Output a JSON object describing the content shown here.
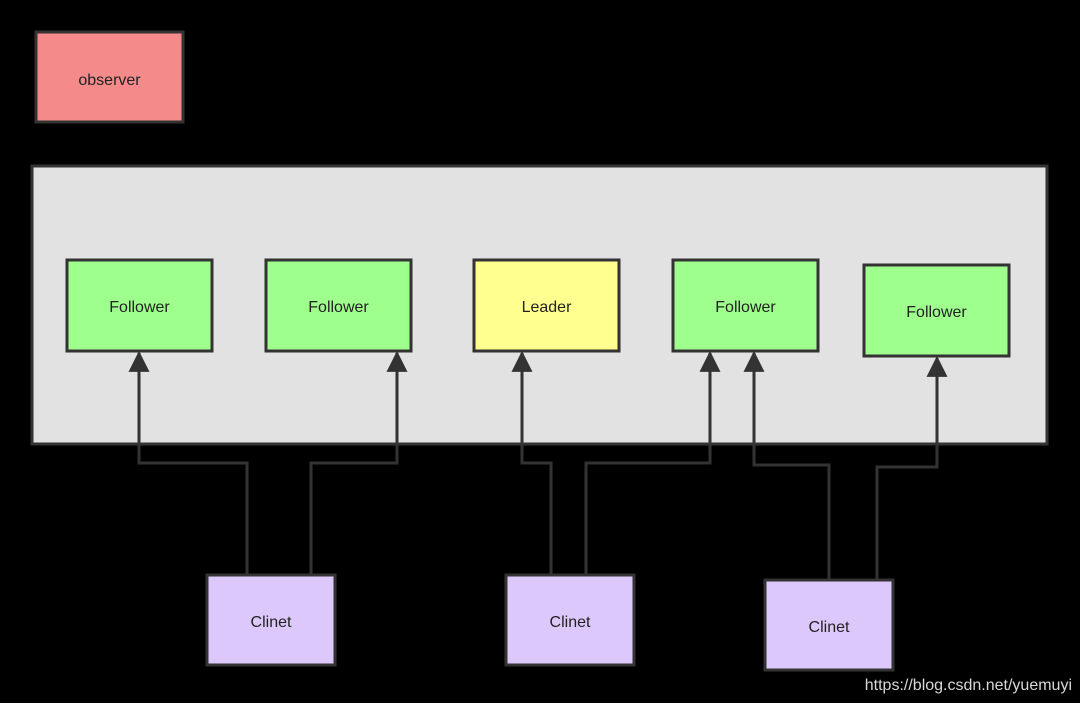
{
  "colors": {
    "background": "#000000",
    "container_fill": "#e2e2e2",
    "observer_fill": "#f48a8a",
    "follower_fill": "#9fff8c",
    "leader_fill": "#ffff8f",
    "client_fill": "#ddc8fb",
    "stroke": "#333333"
  },
  "observer": {
    "label": "observer"
  },
  "servers": [
    {
      "id": "s1",
      "label": "Follower",
      "role": "follower"
    },
    {
      "id": "s2",
      "label": "Follower",
      "role": "follower"
    },
    {
      "id": "s3",
      "label": "Leader",
      "role": "leader"
    },
    {
      "id": "s4",
      "label": "Follower",
      "role": "follower"
    },
    {
      "id": "s5",
      "label": "Follower",
      "role": "follower"
    }
  ],
  "clients": [
    {
      "id": "c1",
      "label": "Clinet"
    },
    {
      "id": "c2",
      "label": "Clinet"
    },
    {
      "id": "c3",
      "label": "Clinet"
    }
  ],
  "connections": [
    {
      "from": "c1",
      "to": "s1"
    },
    {
      "from": "c1",
      "to": "s2"
    },
    {
      "from": "c2",
      "to": "s3"
    },
    {
      "from": "c2",
      "to": "s4"
    },
    {
      "from": "c3",
      "to": "s4"
    },
    {
      "from": "c3",
      "to": "s5"
    }
  ],
  "watermark": "https://blog.csdn.net/yuemuyi"
}
